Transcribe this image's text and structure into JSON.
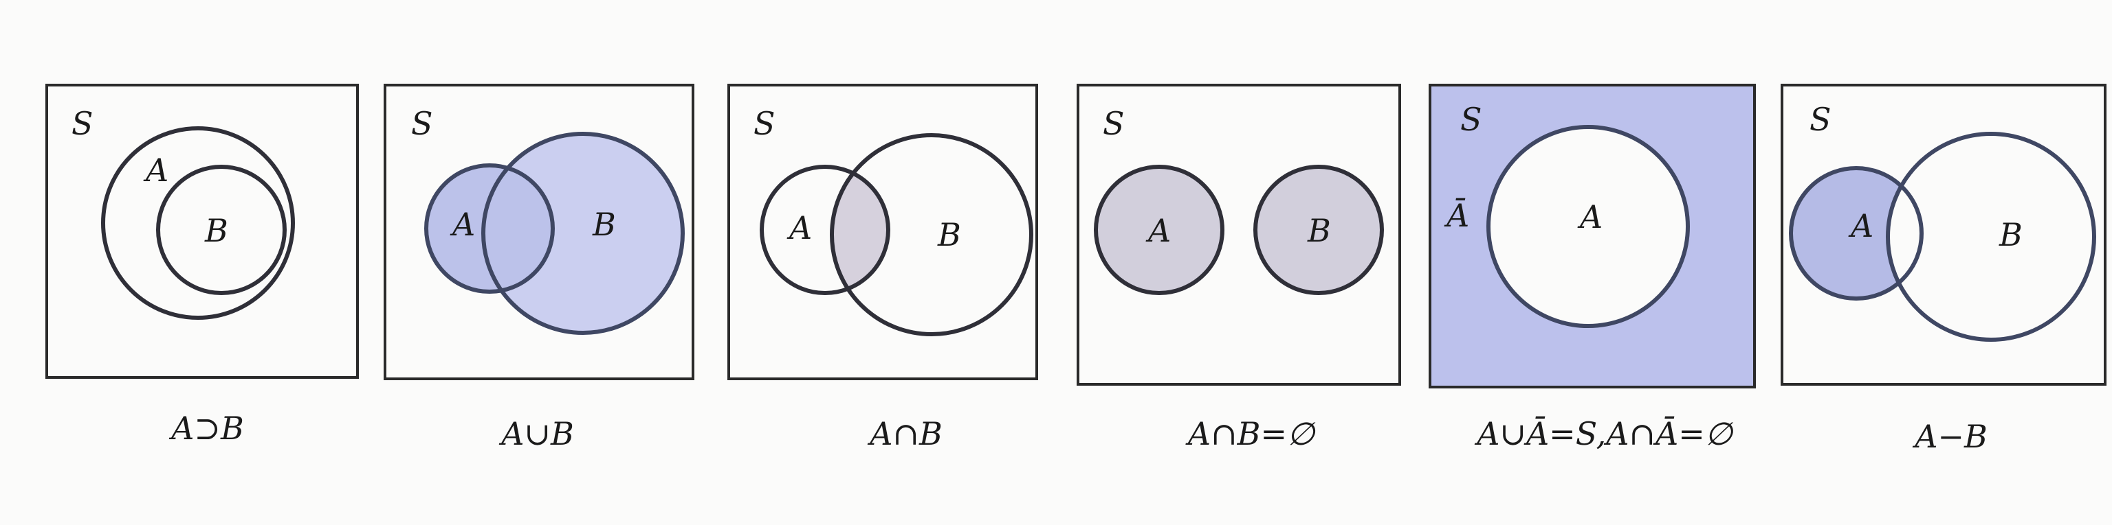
{
  "diagrams": [
    {
      "universe_label": "S",
      "set_a_label": "A",
      "set_b_label": "B",
      "caption": "A⊃B"
    },
    {
      "universe_label": "S",
      "set_a_label": "A",
      "set_b_label": "B",
      "caption": "A∪B"
    },
    {
      "universe_label": "S",
      "set_a_label": "A",
      "set_b_label": "B",
      "caption": "A∩B"
    },
    {
      "universe_label": "S",
      "set_a_label": "A",
      "set_b_label": "B",
      "caption": "A∩B=∅"
    },
    {
      "universe_label": "S",
      "set_a_label": "A",
      "complement_label": "Ā",
      "caption": "A∪Ā=S,A∩Ā=∅"
    },
    {
      "universe_label": "S",
      "set_a_label": "A",
      "set_b_label": "B",
      "caption": "A−B"
    }
  ],
  "colors": {
    "shade": "#c6cbef",
    "shade_deep": "#b9bfe9",
    "shade_grey": "#d4d0de",
    "outline": "#2f2f38"
  }
}
